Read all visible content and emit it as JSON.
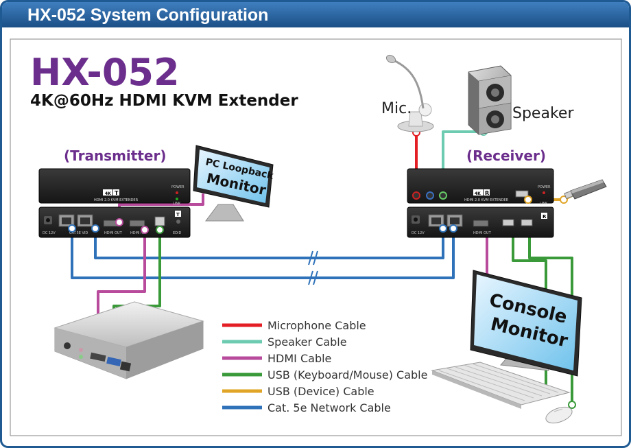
{
  "header": {
    "title": "HX-052 System Configuration"
  },
  "product": {
    "model": "HX-052",
    "subtitle": "4K@60Hz HDMI KVM Extender"
  },
  "labels": {
    "transmitter": "(Transmitter)",
    "receiver": "(Receiver)",
    "mic": "Mic.",
    "speaker": "Speaker"
  },
  "monitors": {
    "loopback_line1": "PC Loopback",
    "loopback_line2": "Monitor",
    "console_line1": "Console",
    "console_line2": "Monitor"
  },
  "device_text": {
    "tx_badge": "T",
    "rx_badge": "R",
    "tx_model": "HDMI 2.0 KVM EXTENDER",
    "rx_model": "HDMI 2.0 KVM EXTENDER",
    "power": "POWER",
    "link": "LINK",
    "dc": "DC 12V",
    "hdmi_out": "HDMI OUT",
    "hdmi_in": "HDMI IN",
    "edid": "EDID",
    "cat5": "CAT.5E VID",
    "hdmi_rx": "HDMI OUT"
  },
  "legend": [
    {
      "label": "Microphone Cable",
      "color": "#e31e24"
    },
    {
      "label": "Speaker Cable",
      "color": "#6ccbb0"
    },
    {
      "label": "HDMI Cable",
      "color": "#b84b9c"
    },
    {
      "label": "USB (Keyboard/Mouse) Cable",
      "color": "#3a9a3a"
    },
    {
      "label": "USB (Device) Cable",
      "color": "#e0a526"
    },
    {
      "label": "Cat. 5e Network Cable",
      "color": "#2f72b9"
    }
  ],
  "colors": {
    "header_bg": "#1f5a93",
    "accent_purple": "#6b2e8c",
    "device_body": "#1e1e1e"
  }
}
